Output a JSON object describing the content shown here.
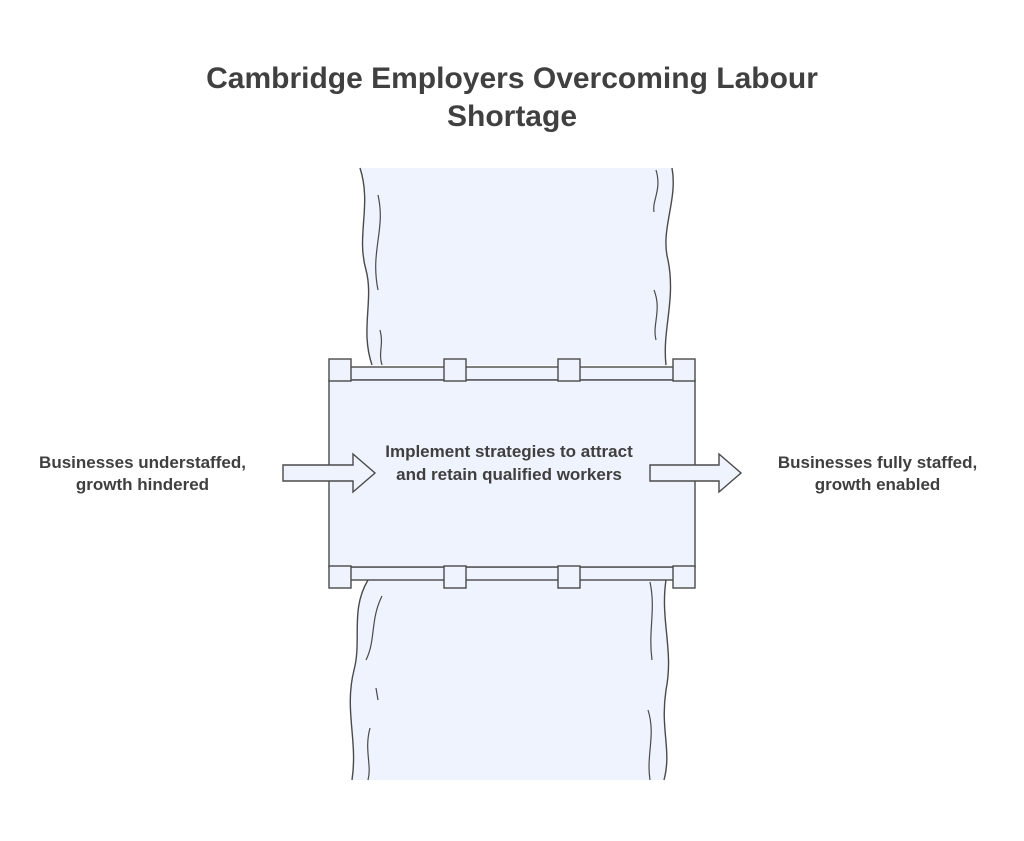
{
  "title": "Cambridge Employers Overcoming Labour Shortage",
  "process": {
    "text": "Implement strategies to attract and retain qualified workers"
  },
  "input": {
    "text": "Businesses understaffed, growth hindered"
  },
  "output": {
    "text": "Businesses fully staffed, growth enabled"
  },
  "colors": {
    "fill": "#eef3fd",
    "stroke": "#4a4a4a",
    "text": "#3f3f3f"
  }
}
